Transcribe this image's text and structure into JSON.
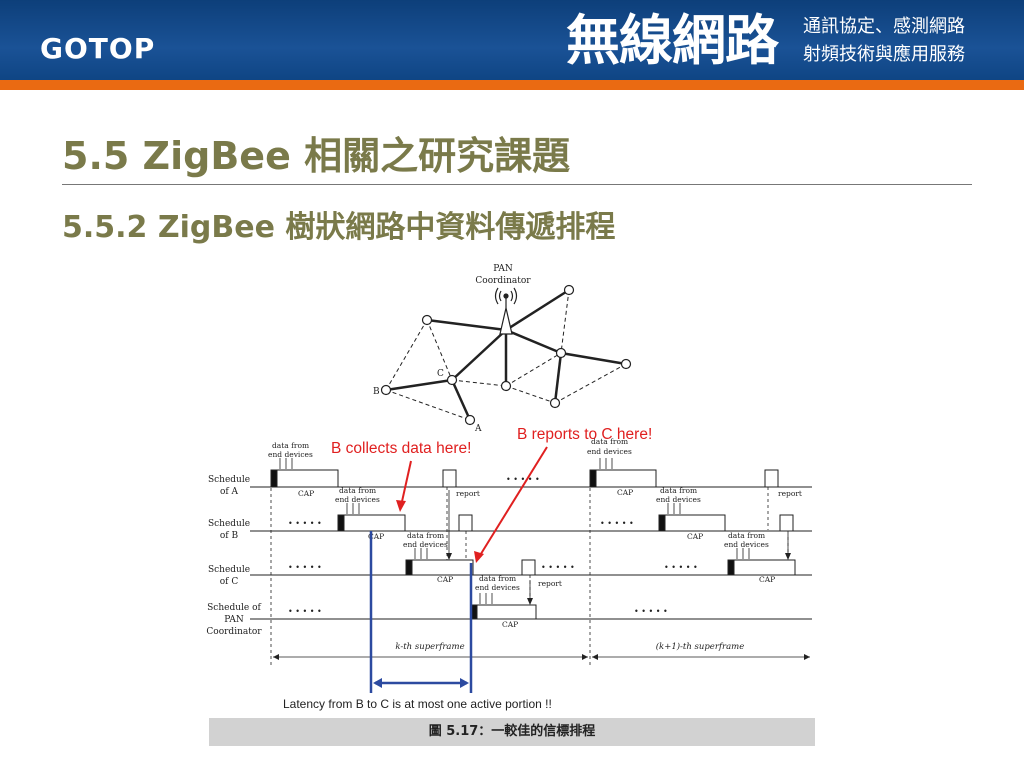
{
  "header": {
    "logo": "GOTOP",
    "book_title": "無線網路",
    "book_subtitle_line1": "通訊協定、感測網路",
    "book_subtitle_line2": "射頻技術與應用服務"
  },
  "slide": {
    "title": "5.5 ZigBee 相關之研究課題",
    "subtitle": "5.5.2 ZigBee 樹狀網路中資料傳遞排程"
  },
  "figure": {
    "network": {
      "pan_label_1": "PAN",
      "pan_label_2": "Coordinator",
      "node_labels": {
        "b": "B",
        "c": "C",
        "a": "A"
      }
    },
    "annotations": {
      "b_collects": "B collects data here!",
      "b_reports": "B reports to C here!",
      "latency": "Latency from B to C is at most one active portion !!"
    },
    "rows": {
      "a_1": "Schedule",
      "a_2": "of A",
      "b_1": "Schedule",
      "b_2": "of B",
      "c_1": "Schedule",
      "c_2": "of C",
      "p_1": "Schedule of",
      "p_2": "PAN",
      "p_3": "Coordinator"
    },
    "labels": {
      "data_from": "data from",
      "end_devices": "end devices",
      "cap": "CAP",
      "report": "report",
      "dots": "• • • • •",
      "kth": "k-th superframe",
      "k1th": "(k+1)-th superframe"
    },
    "caption": "圖 5.17：一較佳的信標排程"
  },
  "colors": {
    "header_blue": "#1a5296",
    "accent_orange": "#ea6a12",
    "title_olive": "#7a7a4a",
    "annotation_red": "#e02020",
    "latency_blue": "#2c4aa0"
  }
}
